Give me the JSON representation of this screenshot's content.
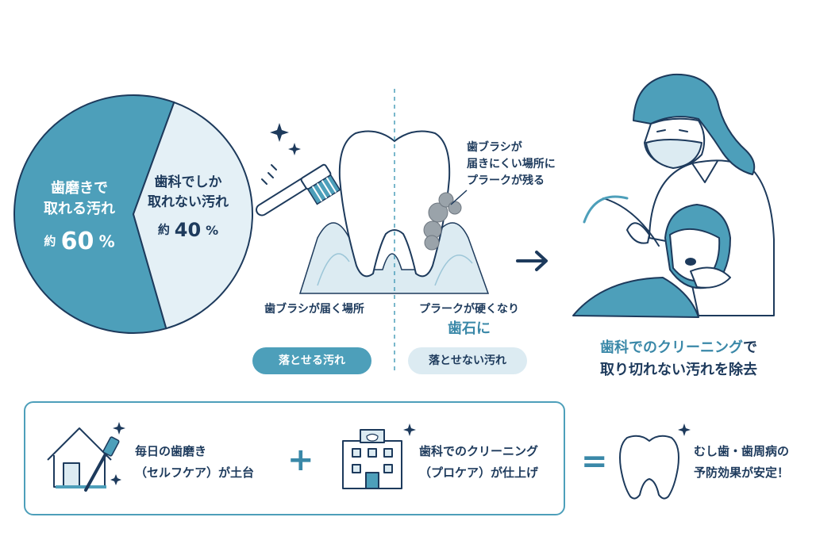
{
  "colors": {
    "dark_teal": "#4d9fba",
    "light_blue": "#e4f0f6",
    "navy": "#1d3a5c",
    "accent": "#3a88a8"
  },
  "chart_data": {
    "type": "pie",
    "slices": [
      {
        "label_lines": [
          "歯磨きで",
          "取れる汚れ"
        ],
        "prefix": "約",
        "value": 60,
        "unit": "%",
        "color": "#4d9fba"
      },
      {
        "label_lines": [
          "歯科でしか",
          "取れない汚れ"
        ],
        "prefix": "約",
        "value": 40,
        "unit": "%",
        "color": "#e4f0f6"
      }
    ]
  },
  "tooth": {
    "left_label": "歯ブラシが届く場所",
    "right_label": "プラークが硬くなり",
    "right_label_em": "歯石に",
    "left_pill": "落とせる汚れ",
    "right_pill": "落とせない汚れ",
    "callout_lines": [
      "歯ブラシが",
      "届きにくい場所に",
      "プラークが残る"
    ]
  },
  "cleaning": {
    "line1_em": "歯科でのクリーニング",
    "line1_rest": "で",
    "line2": "取り切れない汚れを除去"
  },
  "summary": {
    "self_care_lines": [
      "毎日の歯磨き",
      "（セルフケア）が土台"
    ],
    "pro_care_lines": [
      "歯科でのクリーニング",
      "（プロケア）が仕上げ"
    ],
    "result_lines": [
      "むし歯・歯周病の",
      "予防効果が安定！"
    ],
    "plus": "+",
    "equals": "="
  },
  "icons": [
    "sparkle-icon",
    "toothbrush-icon",
    "arrow-right-icon",
    "house-icon",
    "clinic-building-icon",
    "tooth-icon"
  ]
}
